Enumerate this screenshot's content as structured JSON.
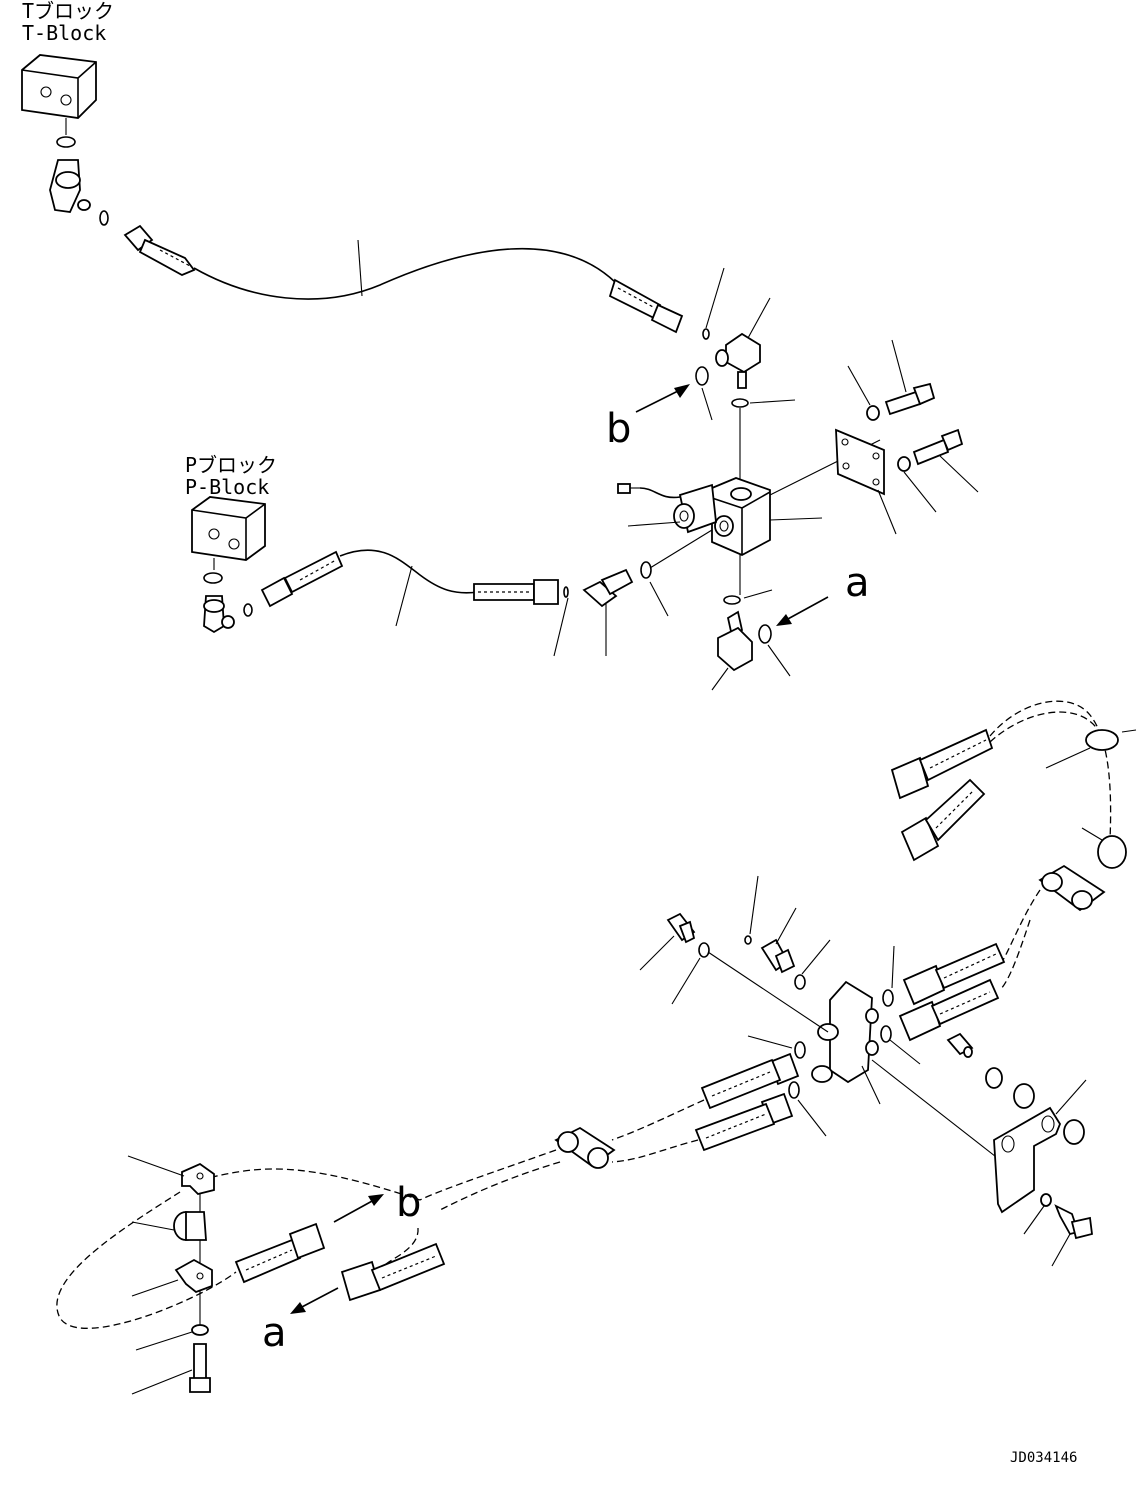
{
  "labels": {
    "t_block_jp": "Tブロック",
    "t_block_en": "T-Block",
    "p_block_jp": "Pブロック",
    "p_block_en": "P-Block",
    "marker_a": "a",
    "marker_b": "b",
    "drawing_id": "JD034146"
  }
}
